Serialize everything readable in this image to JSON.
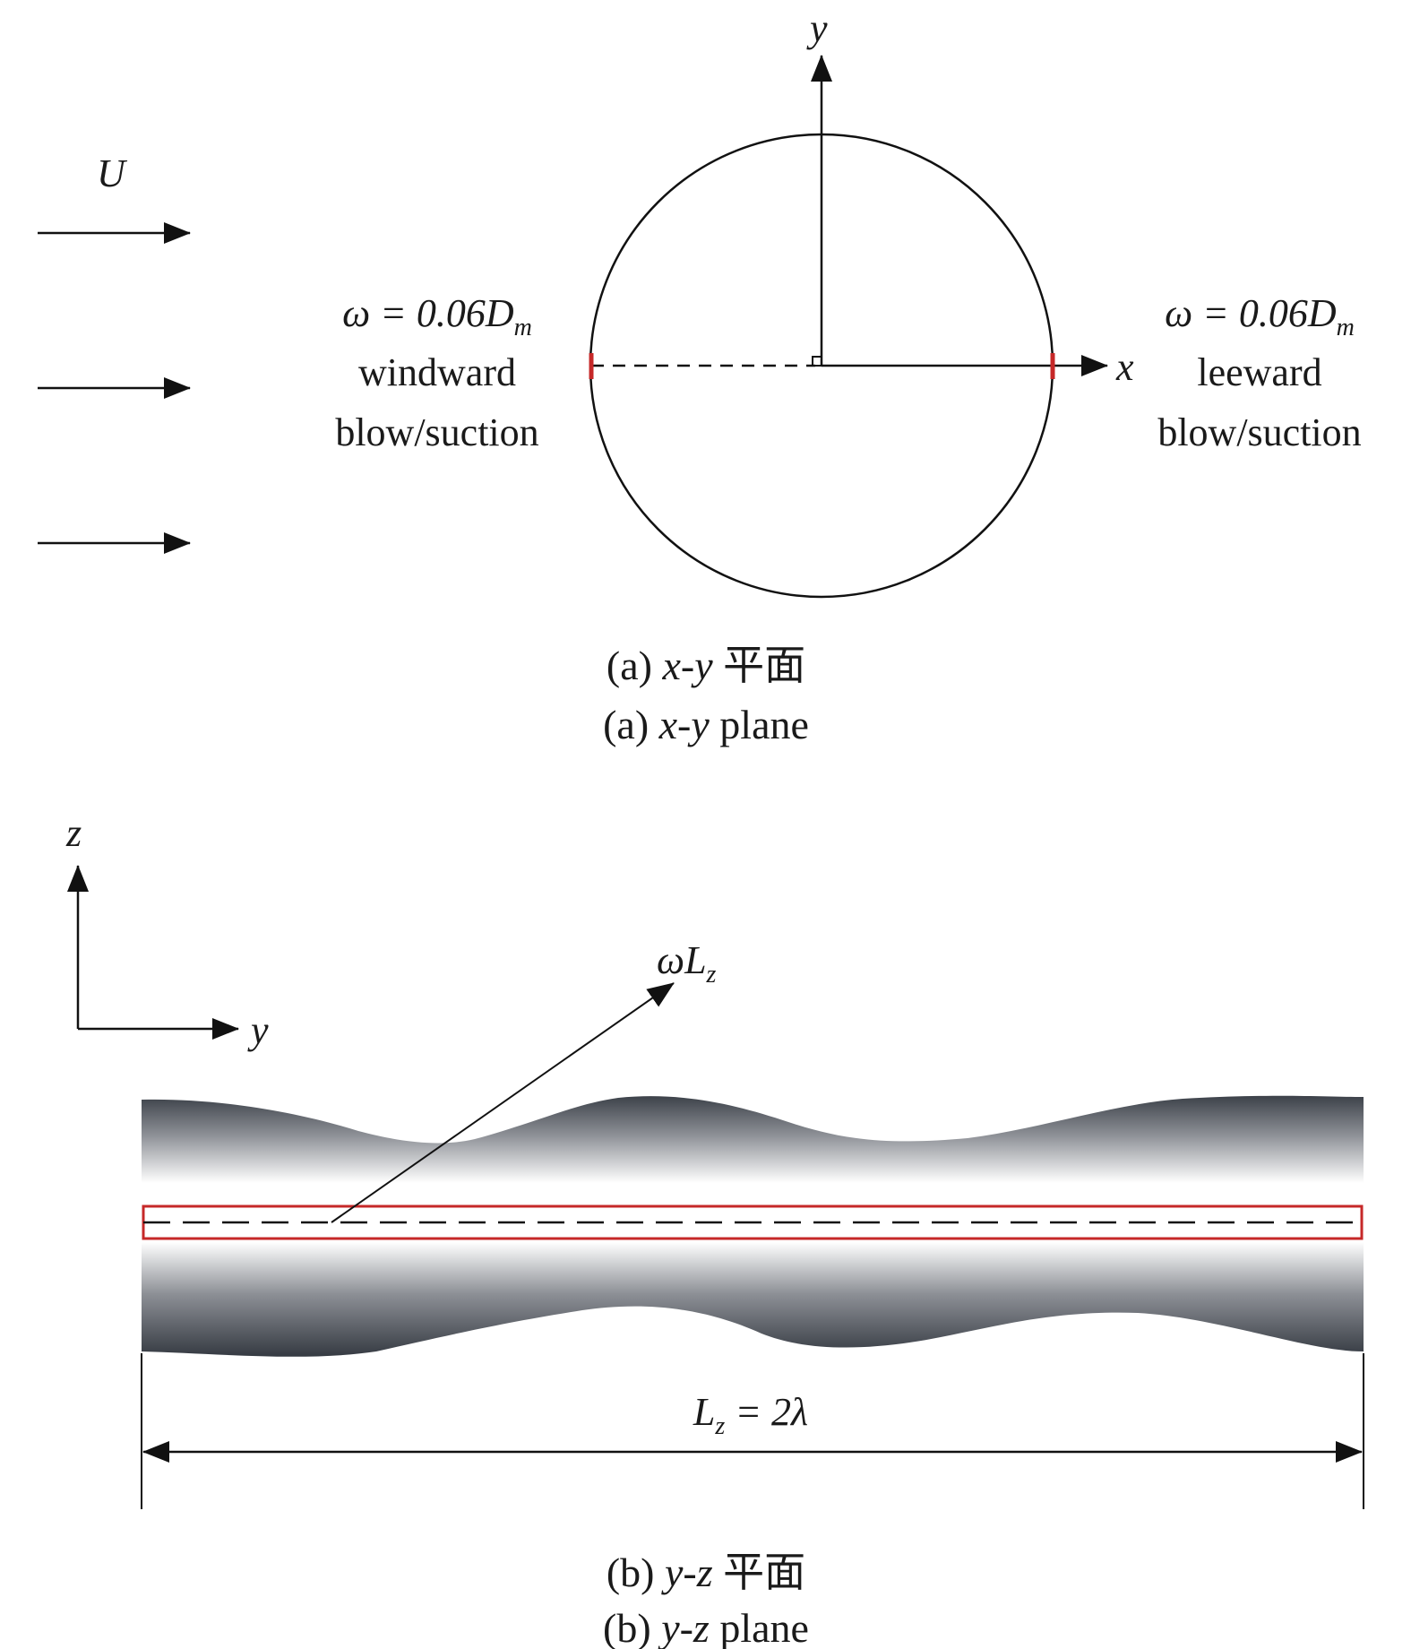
{
  "flow": {
    "label": "U"
  },
  "panel_a": {
    "axis_x": "x",
    "axis_y": "y",
    "windward": {
      "omega_prefix": "ω = 0.06",
      "omega_D": "D",
      "omega_sub": "m",
      "line1": "windward",
      "line2": "blow/suction"
    },
    "leeward": {
      "omega_prefix": "ω = 0.06",
      "omega_D": "D",
      "omega_sub": "m",
      "line1": "leeward",
      "line2": "blow/suction"
    },
    "caption_cn": {
      "prefix": "(a) ",
      "var": "x-y",
      "suffix": " 平面"
    },
    "caption_en": {
      "prefix": "(a) ",
      "var": "x-y",
      "suffix": " plane"
    }
  },
  "panel_b": {
    "axis_z": "z",
    "axis_y": "y",
    "annotation": {
      "main": "ωL",
      "sub": "z"
    },
    "span": {
      "L": "L",
      "sub": "z",
      "rest": " = 2λ"
    },
    "caption_cn": {
      "prefix": "(b) ",
      "var": "y-z",
      "suffix": " 平面"
    },
    "caption_en": {
      "prefix": "(b) ",
      "var": "y-z",
      "suffix": " plane"
    }
  },
  "colors": {
    "line": "#111111",
    "slot": "#c62828",
    "cylinder_dark": "#3a3f47",
    "cylinder_light": "#ffffff"
  }
}
